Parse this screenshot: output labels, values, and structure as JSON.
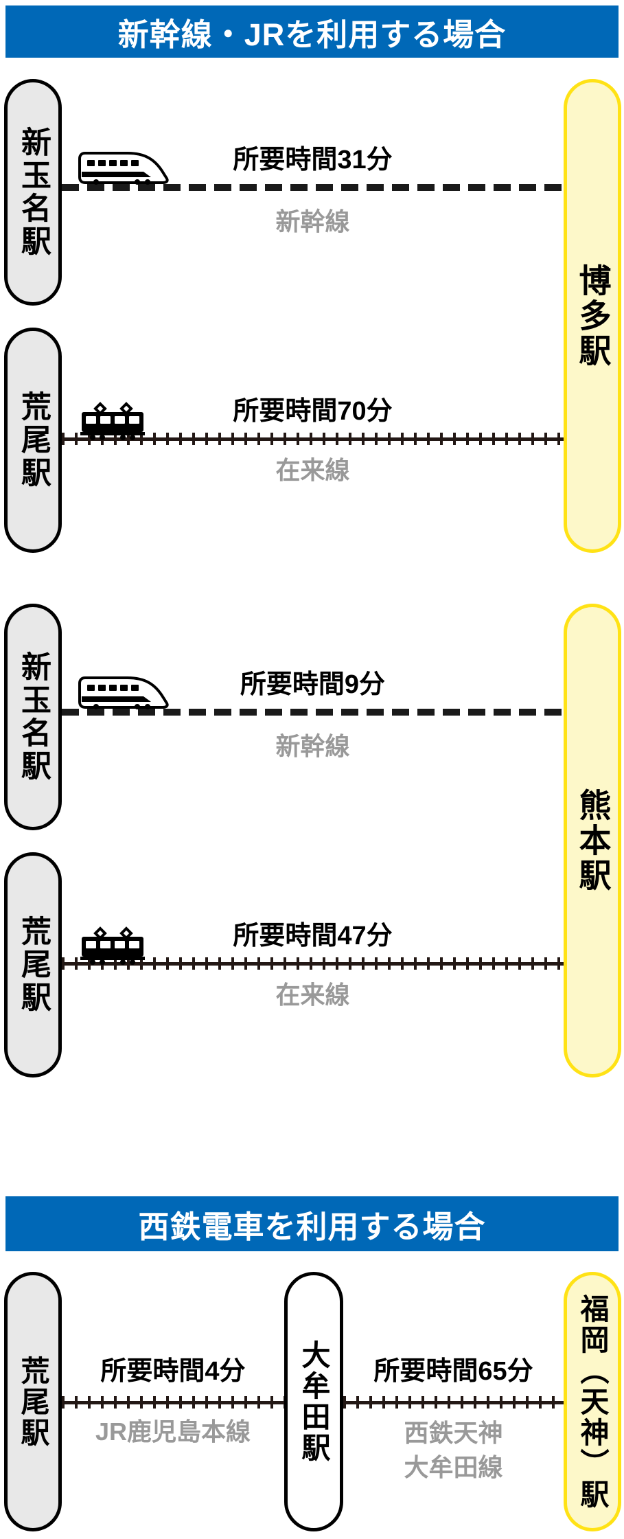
{
  "banners": [
    {
      "label": "新幹線・JRを利用する場合"
    },
    {
      "label": "西鉄電車を利用する場合"
    }
  ],
  "colors": {
    "banner_blue": "#0068B7",
    "pill_gray_fill": "#E8E8E8",
    "pill_border_black": "#000000",
    "pill_yellow_fill": "#FDF8C9",
    "pill_yellow_border": "#FFE215",
    "duration_text": "#000000",
    "line_name_text": "#999999",
    "track_color": "#231815"
  },
  "sections": [
    {
      "name": "shinkansen-jr-to-hakata",
      "destination": "博多駅",
      "routes": [
        {
          "origin": "新玉名駅",
          "duration": "所要時間31分",
          "line": "新幹線",
          "icon": "shinkansen-icon",
          "track_style": "dashed"
        },
        {
          "origin": "荒尾駅",
          "duration": "所要時間70分",
          "line": "在来線",
          "icon": "local-train-icon",
          "track_style": "crosstie"
        }
      ]
    },
    {
      "name": "shinkansen-jr-to-kumamoto",
      "destination": "熊本駅",
      "routes": [
        {
          "origin": "新玉名駅",
          "duration": "所要時間9分",
          "line": "新幹線",
          "icon": "shinkansen-icon",
          "track_style": "dashed"
        },
        {
          "origin": "荒尾駅",
          "duration": "所要時間47分",
          "line": "在来線",
          "icon": "local-train-icon",
          "track_style": "crosstie"
        }
      ]
    },
    {
      "name": "nishitetsu",
      "stations": [
        {
          "label": "荒尾駅",
          "style": "gray"
        },
        {
          "label": "大牟田駅",
          "style": "white"
        },
        {
          "label": "福岡（天神）駅",
          "style": "yellow"
        }
      ],
      "segments": [
        {
          "duration": "所要時間4分",
          "line_1": "JR鹿児島本線",
          "track_style": "crosstie"
        },
        {
          "duration": "所要時間65分",
          "line_1": "西鉄天神",
          "line_2": "大牟田線",
          "track_style": "crosstie"
        }
      ]
    }
  ]
}
